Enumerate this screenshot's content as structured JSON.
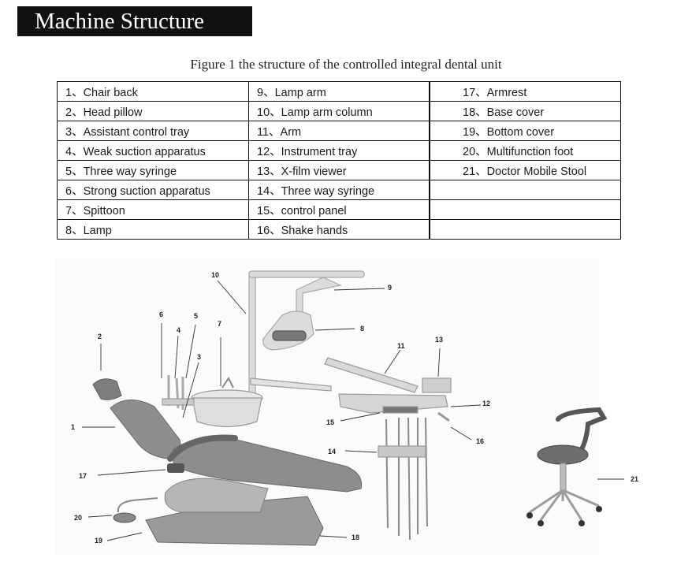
{
  "header": {
    "title": "Machine Structure"
  },
  "caption": "Figure 1 the structure of the controlled integral dental unit",
  "parts_table": {
    "rows": [
      [
        "1、Chair back",
        "9、Lamp arm",
        "17、Armrest"
      ],
      [
        "2、Head pillow",
        "10、Lamp arm column",
        "18、Base cover"
      ],
      [
        "3、Assistant control tray",
        "11、Arm",
        "19、Bottom cover"
      ],
      [
        "4、Weak suction apparatus",
        "12、Instrument tray",
        "20、Multifunction foot"
      ],
      [
        "5、Three way syringe",
        "13、X-film viewer",
        "21、Doctor Mobile Stool"
      ],
      [
        "6、Strong   suction apparatus",
        "14、Three way syringe",
        ""
      ],
      [
        "7、Spittoon",
        "15、control panel",
        ""
      ],
      [
        "8、Lamp",
        "16、Shake hands",
        ""
      ]
    ]
  },
  "callouts": [
    "1",
    "2",
    "3",
    "4",
    "5",
    "6",
    "7",
    "8",
    "9",
    "10",
    "11",
    "12",
    "13",
    "14",
    "15",
    "16",
    "17",
    "18",
    "19",
    "20",
    "21"
  ]
}
